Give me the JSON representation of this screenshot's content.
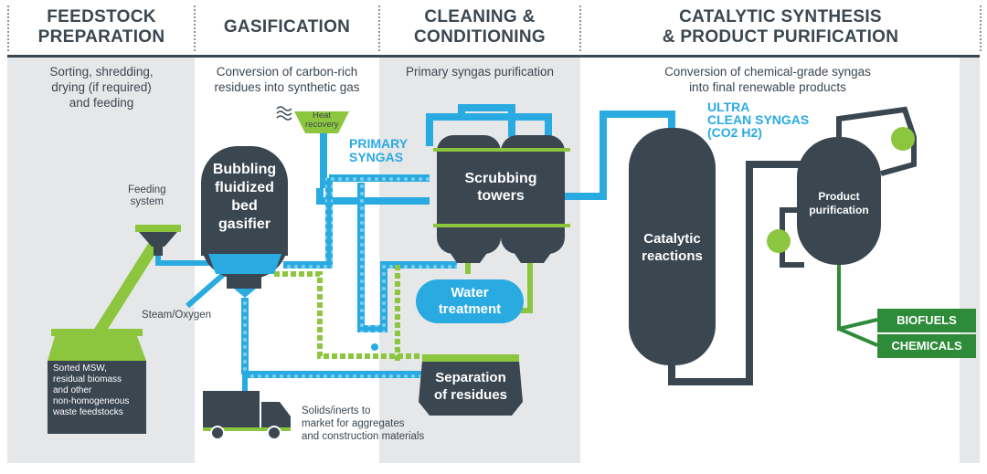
{
  "stages": [
    {
      "title_line1": "FEEDSTOCK",
      "title_line2": "PREPARATION",
      "description_lines": [
        "Sorting, shredding,",
        "drying (if required)",
        "and feeding"
      ]
    },
    {
      "title_line1": "GASIFICATION",
      "title_line2": "",
      "description_lines": [
        "Conversion of carbon-rich",
        "residues into synthetic gas"
      ]
    },
    {
      "title_line1": "CLEANING &",
      "title_line2": "CONDITIONING",
      "description_lines": [
        "Primary syngas purification"
      ]
    },
    {
      "title_line1": "CATALYTIC SYNTHESIS",
      "title_line2": "& PRODUCT PURIFICATION",
      "description_lines": [
        "Conversion of chemical-grade syngas",
        "into final renewable products"
      ]
    }
  ],
  "components": {
    "feeding_system": [
      "Feeding",
      "system"
    ],
    "feedstock_silo": [
      "Sorted MSW,",
      "residual biomass",
      "and other",
      "non-homogeneous",
      "waste feedstocks"
    ],
    "gasifier": [
      "Bubbling",
      "fluidized",
      "bed",
      "gasifier"
    ],
    "steam_oxygen": "Steam/Oxygen",
    "heat_recovery": [
      "Heat",
      "recovery"
    ],
    "primary_syngas": [
      "PRIMARY",
      "SYNGAS"
    ],
    "scrubbing_towers": [
      "Scrubbing",
      "towers"
    ],
    "water_treatment": [
      "Water",
      "treatment"
    ],
    "separation": [
      "Separation",
      "of residues"
    ],
    "solids_note": [
      "Solids/inerts to",
      "market for aggregates",
      "and construction materials"
    ],
    "ultra_clean_syngas": [
      "ULTRA",
      "CLEAN SYNGAS",
      "(CO2 H2)"
    ],
    "catalytic_reactions": [
      "Catalytic",
      "reactions"
    ],
    "product_purification": [
      "Product",
      "purification"
    ],
    "products": [
      "BIOFUELS",
      "CHEMICALS"
    ]
  },
  "colors": {
    "dark_slate": "#3a4650",
    "green": "#8cc63f",
    "blue": "#29abe2",
    "dark_green": "#2e8b3a",
    "stage_grey": "#e6e7e8"
  }
}
